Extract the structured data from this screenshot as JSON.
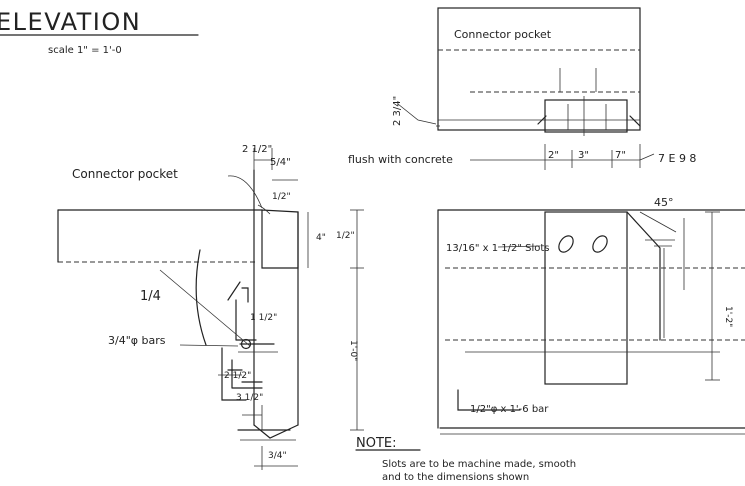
{
  "title": "ELEVATION",
  "scale": "scale 1\" = 1'-0",
  "left": {
    "dim_top_a": "2 1/2\"",
    "dim_top_b": "5/4\"",
    "connector_pocket": "Connector pocket",
    "dim_pocket_depth": "1/2\"",
    "dim_height_a": "4\"",
    "dim_height_b": "1/2\"",
    "weld_symbol": "1/4",
    "bars_label": "3/4\"φ bars",
    "dim_bar_a": "1 1/2\"",
    "dim_bar_b": "2 1/2\"",
    "dim_bar_c": "3 1/2\"",
    "dim_vertical": "1'-0\"",
    "dim_bottom": "3/4\""
  },
  "right": {
    "connector_pocket": "Connector pocket",
    "dim_side": "2 3/4\"",
    "flush_label": "flush with concrete",
    "dim_a": "2\"",
    "dim_b": "3\"",
    "dim_c": "7\"",
    "tag": "7 E 9 8",
    "angle": "45°",
    "slots_label": "13/16\" x 1 1/2\" Slots",
    "dim_right_vertical": "1'-2\"",
    "bar_label": "1/2\"φ x 1'-6 bar"
  },
  "note": {
    "heading": "NOTE:",
    "line1": "Slots are to be machine made, smooth",
    "line2": "and to the dimensions shown"
  }
}
